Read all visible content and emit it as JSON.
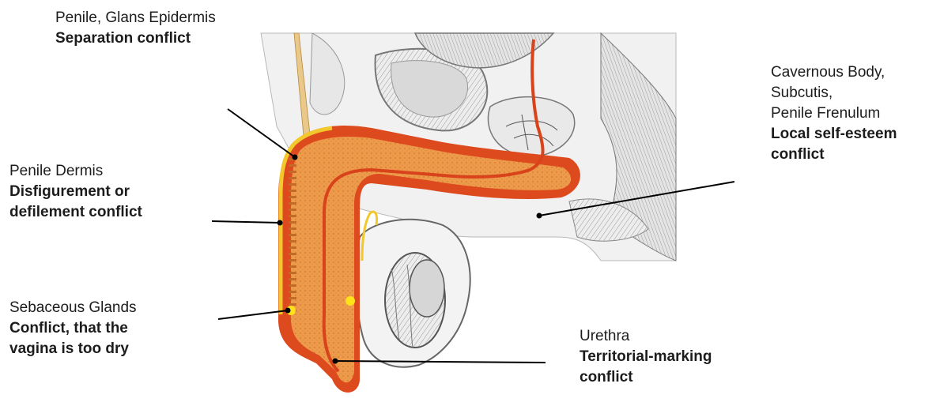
{
  "labels": {
    "glans": {
      "lines": [
        "Penile, Glans Epidermis"
      ],
      "conflict": [
        "Separation conflict"
      ]
    },
    "cavernous": {
      "lines": [
        "Cavernous Body,",
        "Subcutis,",
        "Penile Frenulum"
      ],
      "conflict": [
        "Local self-esteem",
        "conflict"
      ]
    },
    "dermis": {
      "lines": [
        "Penile Dermis"
      ],
      "conflict": [
        "Disfigurement or",
        "defilement conflict"
      ]
    },
    "sebaceous": {
      "lines": [
        "Sebaceous Glands"
      ],
      "conflict": [
        "Conflict, that the",
        "vagina is too dry"
      ]
    },
    "urethra": {
      "lines": [
        "Urethra"
      ],
      "conflict": [
        "Territorial-marking",
        "conflict"
      ]
    }
  },
  "colors": {
    "cavernous_orange": "#ee9a4b",
    "skin_red": "#dd4a1e",
    "epidermis_yellow": "#f2c82d",
    "gland_yellow": "#ffe21a",
    "urethra_red": "#d9431b",
    "background_sketch": "#c9c9c9"
  }
}
